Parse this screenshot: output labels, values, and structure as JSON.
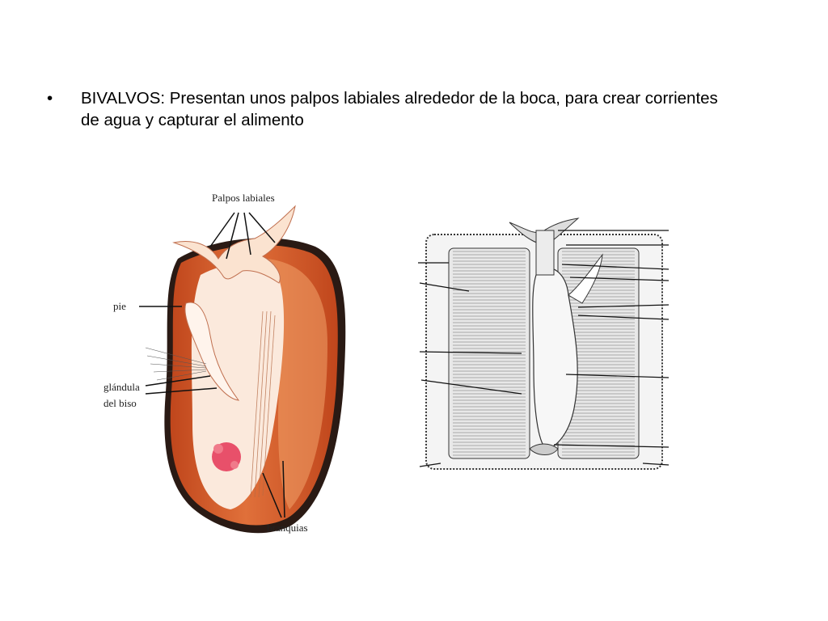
{
  "slide": {
    "bullet_symbol": "•",
    "bullet_text": "BIVALVOS: Presentan unos palpos labiales alrededor de la boca, para crear corrientes de agua y capturar el alimento"
  },
  "left_figure": {
    "labels": {
      "palpos": "Palpos labiales",
      "pie": "pie",
      "glandula_1": "glándula",
      "glandula_2": "del biso",
      "branquias": "branquias"
    },
    "colors": {
      "shell_dark": "#c0461c",
      "shell_mid": "#e0703a",
      "shell_light": "#f3a36a",
      "tissue": "#fbe9dc",
      "gonad": "#e8506a"
    }
  },
  "right_figure": {
    "colors": {
      "ink": "#333333",
      "paper": "#f4f4f4"
    }
  }
}
